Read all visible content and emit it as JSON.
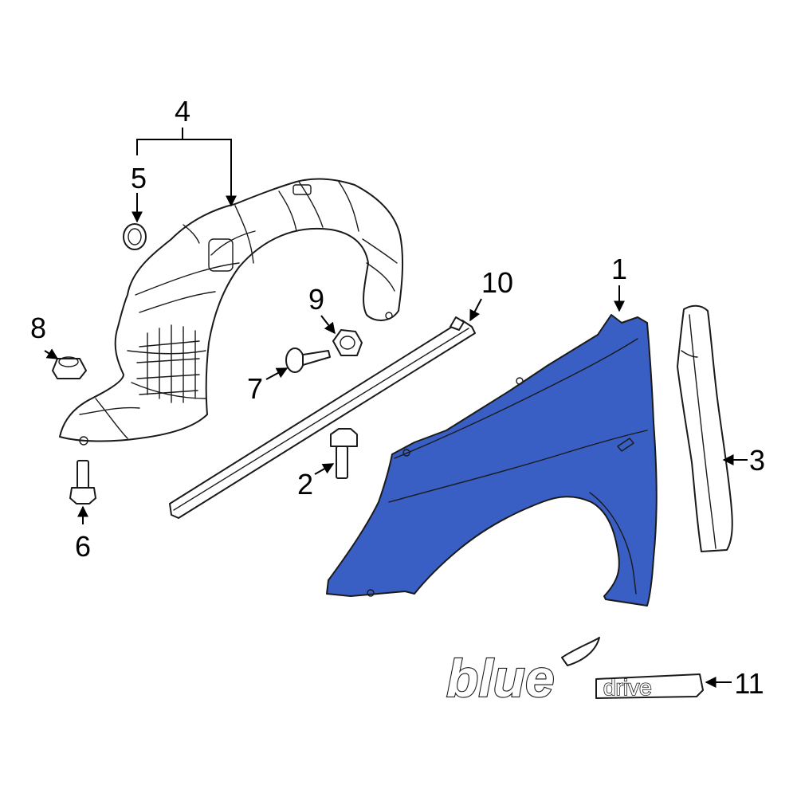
{
  "diagram": {
    "fender_color": "#3a5fc4",
    "labels": {
      "l1": "1",
      "l2": "2",
      "l3": "3",
      "l4": "4",
      "l5": "5",
      "l6": "6",
      "l7": "7",
      "l8": "8",
      "l9": "9",
      "l10": "10",
      "l11": "11"
    },
    "badge": {
      "script_text": "blue",
      "word_text": "drive"
    }
  }
}
